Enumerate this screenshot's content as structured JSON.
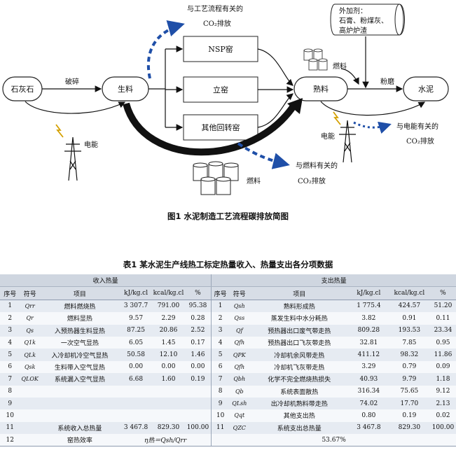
{
  "figure": {
    "caption": "图1  水泥制造工艺流程碳排放简图",
    "nodes": {
      "limestone": "石灰石",
      "raw_meal": "生料",
      "clinker": "熟料",
      "cement": "水泥",
      "kiln_nsp": "NSP窑",
      "kiln_vertical": "立窑",
      "kiln_other": "其他回转窑"
    },
    "edges": {
      "crushing": "破碎",
      "grinding": "粉磨"
    },
    "labels": {
      "electricity_left": "电能",
      "electricity_right": "电能",
      "fuel_top": "燃料",
      "fuel_bottom": "燃料",
      "additives_line1": "外加剂：",
      "additives_line2": "石膏、粉煤灰、",
      "additives_line3": "高炉炉渣",
      "co2_process_line1": "与工艺流程有关的",
      "co2_process_line2": "CO₂排放",
      "co2_fuel_line1": "与燃料有关的",
      "co2_fuel_line2": "CO₂排放",
      "co2_power_line1": "与电能有关的",
      "co2_power_line2": "CO₂排放"
    },
    "colors": {
      "co2_arrow": "#1f4fa8",
      "flow": "#111111"
    }
  },
  "table": {
    "title": "表1  某水泥生产线热工标定热量收入、热量支出各分项数据",
    "group_headers": {
      "income": "收入热量",
      "expense": "支出热量"
    },
    "headers": {
      "seq": "序号",
      "symbol": "符号",
      "item": "项目",
      "kj": "kJ/kg.cl",
      "kcal": "kcal/kg.cl",
      "pct": "%"
    },
    "rows": [
      {
        "in": [
          "1",
          "Qrr",
          "燃料燃烧热",
          "3 307.7",
          "791.00",
          "95.38"
        ],
        "out": [
          "1",
          "Qsh",
          "熟料形成热",
          "1 775.4",
          "424.57",
          "51.20"
        ]
      },
      {
        "in": [
          "2",
          "Qr",
          "燃料显热",
          "9.57",
          "2.29",
          "0.28"
        ],
        "out": [
          "2",
          "Qss",
          "蒸发生料中水分耗热",
          "3.82",
          "0.91",
          "0.11"
        ]
      },
      {
        "in": [
          "3",
          "Qs",
          "入预热器生料显热",
          "87.25",
          "20.86",
          "2.52"
        ],
        "out": [
          "3",
          "Qf",
          "预热器出口废气带走热",
          "809.28",
          "193.53",
          "23.34"
        ]
      },
      {
        "in": [
          "4",
          "Q1k",
          "一次空气显热",
          "6.05",
          "1.45",
          "0.17"
        ],
        "out": [
          "4",
          "Qfh",
          "预热器出口飞灰带走热",
          "32.81",
          "7.85",
          "0.95"
        ]
      },
      {
        "in": [
          "5",
          "QLk",
          "入冷却机冷空气显热",
          "50.58",
          "12.10",
          "1.46"
        ],
        "out": [
          "5",
          "QPK",
          "冷却机余风带走热",
          "411.12",
          "98.32",
          "11.86"
        ]
      },
      {
        "in": [
          "6",
          "Qsk",
          "生料带入空气显热",
          "0.00",
          "0.00",
          "0.00"
        ],
        "out": [
          "6",
          "Qfh",
          "冷却机飞灰带走热",
          "3.29",
          "0.79",
          "0.09"
        ]
      },
      {
        "in": [
          "7",
          "QLOK",
          "系统漏入空气显热",
          "6.68",
          "1.60",
          "0.19"
        ],
        "out": [
          "7",
          "Qbh",
          "化学不完全燃烧热损失",
          "40.93",
          "9.79",
          "1.18"
        ]
      },
      {
        "in": [
          "8",
          "",
          "",
          "",
          "",
          ""
        ],
        "out": [
          "8",
          "Qb",
          "系统表面散热",
          "316.34",
          "75.65",
          "9.12"
        ]
      },
      {
        "in": [
          "9",
          "",
          "",
          "",
          "",
          ""
        ],
        "out": [
          "9",
          "QLsh",
          "出冷却机熟料带走热",
          "74.02",
          "17.70",
          "2.13"
        ]
      },
      {
        "in": [
          "10",
          "",
          "",
          "",
          "",
          ""
        ],
        "out": [
          "10",
          "Qqt",
          "其他支出热",
          "0.80",
          "0.19",
          "0.02"
        ]
      },
      {
        "in": [
          "11",
          "",
          "系统收入总热量",
          "3 467.8",
          "829.30",
          "100.00"
        ],
        "out": [
          "11",
          "QZC",
          "系统支出总热量",
          "3 467.8",
          "829.30",
          "100.00"
        ]
      }
    ],
    "efficiency": {
      "seq": "12",
      "label": "窑热效率",
      "formula": "η热＝Qsh/Qrr",
      "value": "53.67%"
    }
  }
}
